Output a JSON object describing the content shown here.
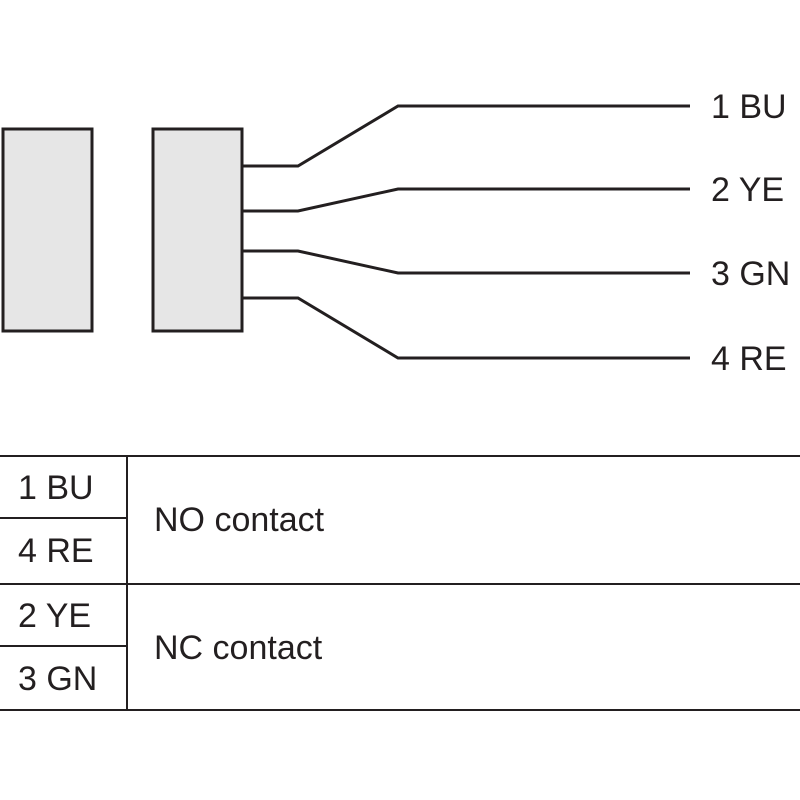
{
  "colors": {
    "line": "#231f20",
    "box_fill": "#e6e6e6"
  },
  "wires": [
    {
      "label": "1 BU"
    },
    {
      "label": "2 YE"
    },
    {
      "label": "3 GN"
    },
    {
      "label": "4 RE"
    }
  ],
  "table": {
    "rows": [
      {
        "pins": [
          "1 BU",
          "4 RE"
        ],
        "description": "NO contact"
      },
      {
        "pins": [
          "2 YE",
          "3 GN"
        ],
        "description": "NC contact"
      }
    ]
  }
}
